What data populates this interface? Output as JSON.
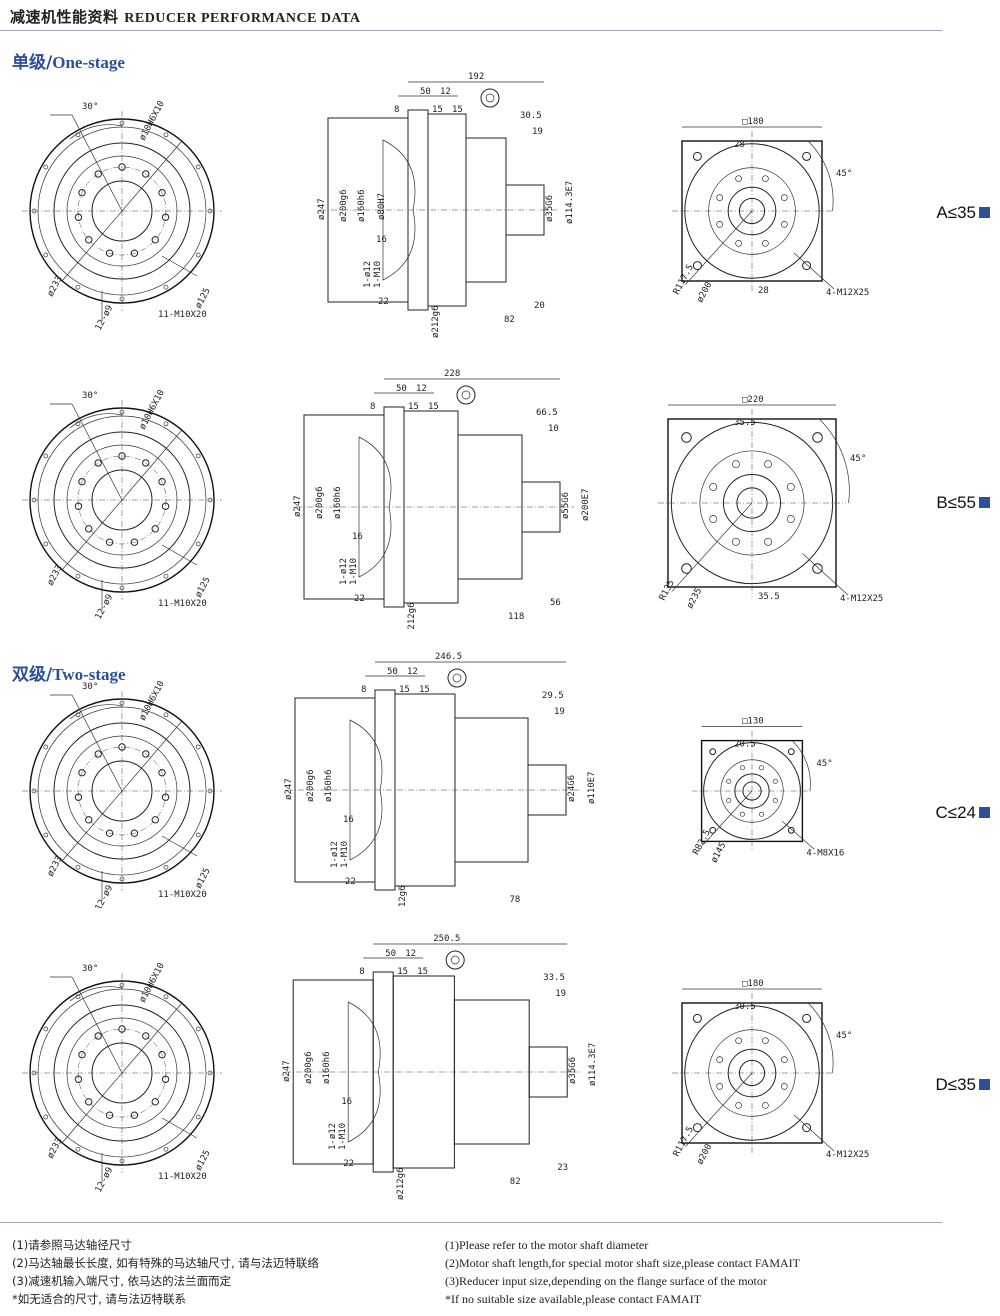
{
  "header": {
    "title_cn": "减速机性能资料",
    "title_en": "REDUCER PERFORMANCE DATA"
  },
  "sections": {
    "one_stage": {
      "cn": "单级/",
      "en": "One-stage"
    },
    "two_stage": {
      "cn": "双级/",
      "en": "Two-stage"
    }
  },
  "rows": [
    {
      "model": "A≤35",
      "front": {
        "keyway": "ø10H6X10",
        "angle": "30°",
        "pcd": "ø233",
        "holes": "12-ø9",
        "thread": "11-M10X20",
        "inner": "ø125"
      },
      "side": {
        "total": "192",
        "d1": "50",
        "d2": "12",
        "d3": "8",
        "d4": "15",
        "d5": "15",
        "shaft_len": "30.5",
        "shaft_step": "19",
        "dia1": "ø247",
        "dia2": "ø200g6",
        "dia3": "ø160h6",
        "dia4": "ø80H7",
        "dia5": "16",
        "hole1": "1-ø12",
        "hole2": "1-M10",
        "foot": "22",
        "pilot": "ø212g6",
        "len1": "82",
        "len2": "20",
        "out1": "ø35G6",
        "out2": "ø114.3E7"
      },
      "end": {
        "square": "□180",
        "key": "28",
        "angle": "45°",
        "radius": "R117.5",
        "pcd": "ø200",
        "bottom": "28",
        "thread": "4-M12X25"
      }
    },
    {
      "model": "B≤55",
      "front": {
        "keyway": "ø10H6X10",
        "angle": "30°",
        "pcd": "ø233",
        "holes": "12-ø9",
        "thread": "11-M10X20",
        "inner": "ø125"
      },
      "side": {
        "total": "228",
        "d1": "50",
        "d2": "12",
        "d3": "8",
        "d4": "15",
        "d5": "15",
        "shaft_len": "66.5",
        "shaft_step": "10",
        "dia1": "ø247",
        "dia2": "ø200g6",
        "dia3": "ø160h6",
        "dia5": "16",
        "hole1": "1-ø12",
        "hole2": "1-M10",
        "foot": "22",
        "pilot": "ø212g6",
        "len1": "118",
        "len2": "56",
        "out1": "ø55G6",
        "out2": "ø200E7"
      },
      "end": {
        "square": "□220",
        "key": "35.5",
        "angle": "45°",
        "radius": "R135",
        "pcd": "ø235",
        "bottom": "35.5",
        "thread": "4-M12X25"
      }
    },
    {
      "model": "C≤24",
      "front": {
        "keyway": "ø10H6X10",
        "angle": "30°",
        "pcd": "ø233",
        "holes": "12-ø9",
        "thread": "11-M10X20",
        "inner": "ø125"
      },
      "side": {
        "total": "246.5",
        "d1": "50",
        "d2": "12",
        "d3": "8",
        "d4": "15",
        "d5": "15",
        "shaft_len": "29.5",
        "shaft_step": "19",
        "dia1": "ø247",
        "dia2": "ø200g6",
        "dia3": "ø160h6",
        "dia5": "16",
        "hole1": "1-ø12",
        "hole2": "1-M10",
        "foot": "22",
        "pilot": "ø212g6",
        "len1": "78",
        "out1": "ø24G6",
        "out2": "ø110E7"
      },
      "end": {
        "square": "□130",
        "key": "20.5",
        "angle": "45°",
        "radius": "R82.5",
        "pcd": "ø145",
        "thread": "4-M8X16"
      }
    },
    {
      "model": "D≤35",
      "front": {
        "keyway": "ø10H6X10",
        "angle": "30°",
        "pcd": "ø233",
        "holes": "12-ø9",
        "thread": "11-M10X20",
        "inner": "ø125"
      },
      "side": {
        "total": "250.5",
        "d1": "50",
        "d2": "12",
        "d3": "8",
        "d4": "15",
        "d5": "15",
        "shaft_len": "33.5",
        "shaft_step": "19",
        "dia1": "ø247",
        "dia2": "ø200g6",
        "dia3": "ø160h6",
        "dia5": "16",
        "hole1": "1-ø12",
        "hole2": "1-M10",
        "foot": "22",
        "pilot": "ø212g6",
        "len1": "82",
        "len2": "23",
        "out1": "ø35G6",
        "out2": "ø114.3E7"
      },
      "end": {
        "square": "□180",
        "key": "30.5",
        "angle": "45°",
        "radius": "R117.5",
        "pcd": "ø200",
        "thread": "4-M12X25"
      }
    }
  ],
  "notes_cn": [
    "(1)请参照马达轴径尺寸",
    "(2)马达轴最长长度, 如有特殊的马达轴尺寸, 请与法迈特联络",
    "(3)减速机输入端尺寸, 依马达的法兰面而定",
    "*如无适合的尺寸, 请与法迈特联系"
  ],
  "notes_en": [
    "(1)Please refer to the motor shaft diameter",
    "(2)Motor shaft length,for special motor shaft size,please contact FAMAIT",
    "(3)Reducer input size,depending on the flange surface of the motor",
    "*If no suitable size available,please contact FAMAIT"
  ],
  "colors": {
    "accent": "#2d4f9a",
    "rule": "#9aa7bb",
    "ink": "#222222"
  }
}
